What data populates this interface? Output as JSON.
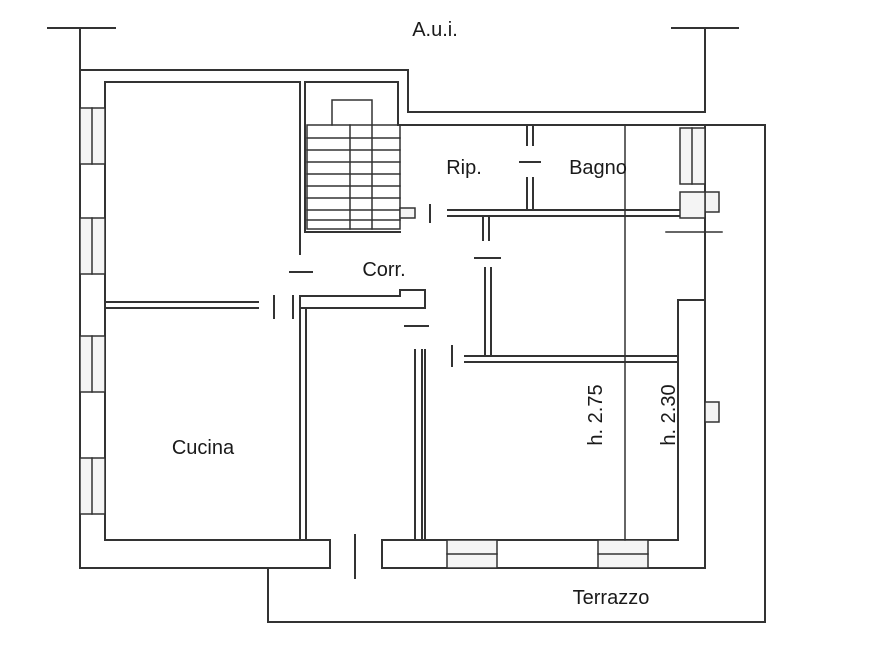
{
  "labels": {
    "aui": "A.u.i.",
    "rip": "Rip.",
    "bagno": "Bagno",
    "corr": "Corr.",
    "cucina": "Cucina",
    "h275": "h. 2.75",
    "h230": "h. 2.30",
    "terrazzo": "Terrazzo"
  },
  "colors": {
    "line": "#333333",
    "background": "#ffffff"
  }
}
